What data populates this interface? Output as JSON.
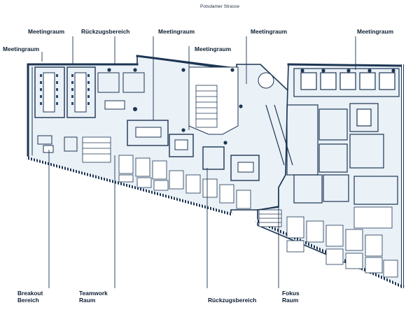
{
  "street": "Potsdamer Strasse",
  "labels": {
    "meeting_top_1": "Meetingraum",
    "retreat_top": "Rückzugsbereich",
    "meeting_top_2": "Meetingraum",
    "meeting_top_3": "Meetingraum",
    "meeting_top_4": "Meetingraum",
    "meeting_left": "Meetingraum",
    "meeting_mid": "Meetingraum",
    "breakout_l1": "Breakout",
    "breakout_l2": "Bereich",
    "teamwork_l1": "Teamwork",
    "teamwork_l2": "Raum",
    "retreat_bottom": "Rückzugsbereich",
    "focus_l1": "Fokus",
    "focus_l2": "Raum"
  },
  "colors": {
    "wall": "#1d3553",
    "floor": "#eaf1f7",
    "furniture": "#2d4a6b",
    "label": "#0d1f33"
  }
}
